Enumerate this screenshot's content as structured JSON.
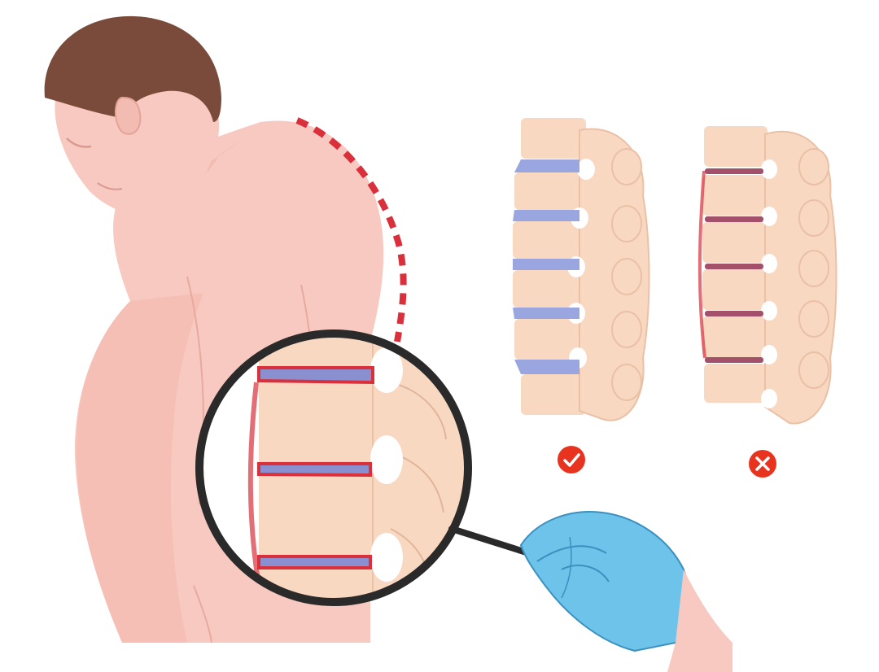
{
  "illustration": {
    "figure": {
      "skin_color": "#f8c9c1",
      "skin_shadow": "#f0b7ae",
      "hair_color": "#7a4a3b",
      "outline_color": "#d99a90"
    },
    "posture_curve": {
      "color": "#d9303c",
      "style": "dashed"
    },
    "magnifier": {
      "rim_color": "#2a2a2a",
      "disc_bulge_color": "#d9303c",
      "disc_color": "#8a8fd0"
    },
    "glove": {
      "color": "#6ec3ea",
      "outline_color": "#3a90bf"
    },
    "spines": [
      {
        "label_icon": "check-icon",
        "status": "healthy",
        "disc_color": "#9aa6e0",
        "badge_color": "#e8331f"
      },
      {
        "label_icon": "cross-icon",
        "status": "degenerated",
        "disc_color": "#a3506a",
        "badge_color": "#e8331f"
      }
    ],
    "vertebra_color": "#f9d8c2",
    "vertebra_outline": "#eac0a6"
  }
}
